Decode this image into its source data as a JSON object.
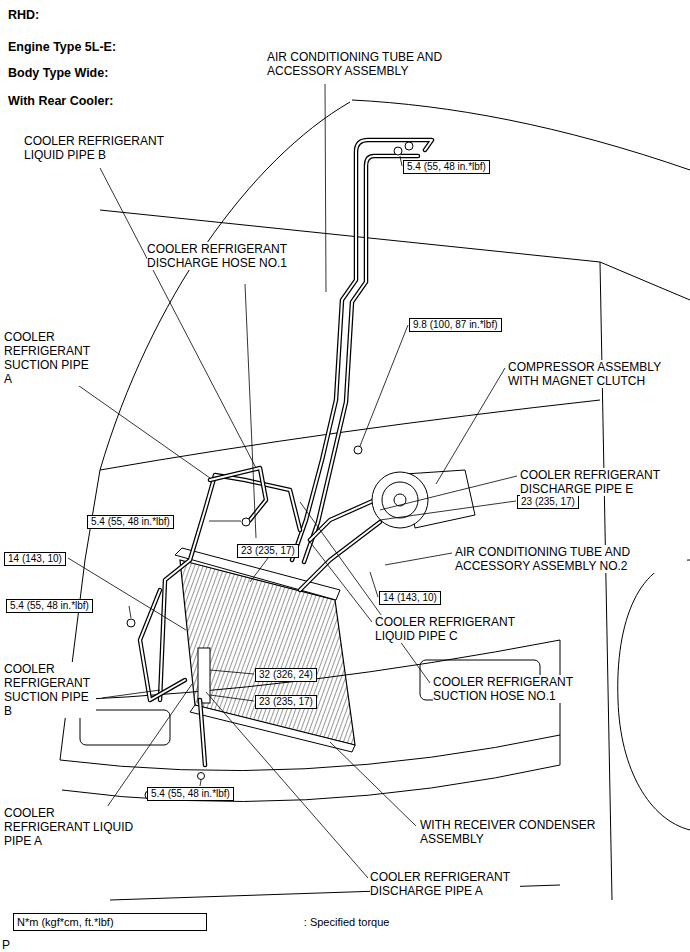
{
  "diagram": {
    "nodes": [
      {
        "text": [
          "5.4 (55, 48 in.*lbf)"
        ]
      },
      {
        "text": [
          "9.8 (100, 87 in.*lbf)"
        ]
      },
      {
        "text": [
          "5.4 (55, 48 in.*lbf)"
        ]
      },
      {
        "text": [
          "14 (143, 10)"
        ]
      },
      {
        "text": [
          "23 (235, 17)"
        ]
      },
      {
        "text": [
          "23 (235, 17)"
        ]
      },
      {
        "text": [
          "14 (143, 10)"
        ]
      },
      {
        "text": [
          "5.4 (55, 48 in.*lbf)"
        ]
      },
      {
        "text": [
          "32 (326, 24)"
        ]
      },
      {
        "text": [
          "23 (235, 17)"
        ]
      },
      {
        "text": [
          "5.4 (55, 48 in.*lbf)"
        ]
      },
      {
        "text": [
          "N*m (kgf*cm, ft.*lbf)",
          ": Specified torque"
        ]
      }
    ],
    "labels": [
      "RHD:",
      "Engine Type 5L-E:",
      "Body Type Wide:",
      "With Rear Cooler:",
      "AIR CONDITIONING TUBE AND ACCESSORY ASSEMBLY",
      "COOLER REFRIGERANT LIQUID PIPE B",
      "COOLER REFRIGERANT DISCHARGE HOSE NO.1",
      "COOLER REFRIGERANT SUCTION PIPE A",
      "COMPRESSOR ASSEMBLY WITH MAGNET CLUTCH",
      "COOLER REFRIGERANT DISCHARGE PIPE E",
      "AIR CONDITIONING TUBE AND ACCESSORY ASSEMBLY NO.2",
      "COOLER REFRIGERANT LIQUID PIPE C",
      "COOLER REFRIGERANT SUCTION HOSE NO.1",
      "COOLER REFRIGERANT SUCTION PIPE B",
      "COOLER REFRIGERANT LIQUID PIPE A",
      "WITH RECEIVER CONDENSER ASSEMBLY",
      "COOLER REFRIGERANT DISCHARGE PIPE A",
      "P"
    ]
  }
}
